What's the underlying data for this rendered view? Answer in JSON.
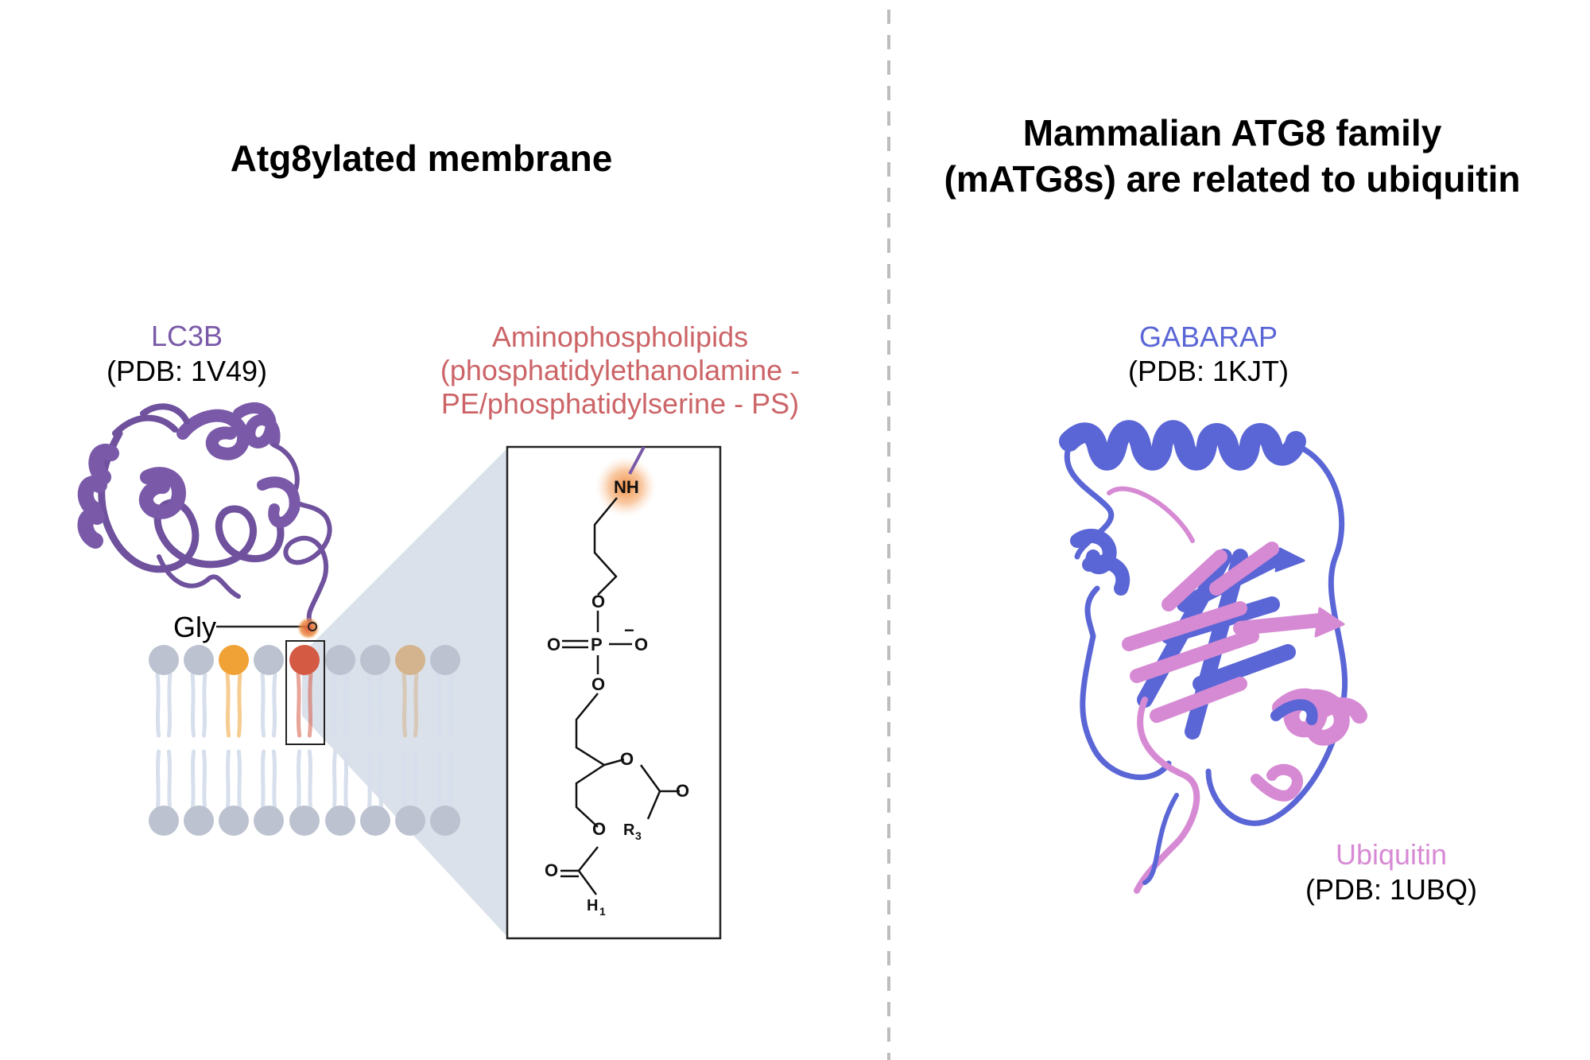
{
  "left_panel": {
    "title": "Atg8ylated membrane",
    "lc3b": {
      "name": "LC3B",
      "pdb": "(PDB: 1V49)",
      "color": "#7a5aa8"
    },
    "gly_label": "Gly",
    "aminophospholipids": {
      "line1": "Aminophospholipids",
      "line2": "(phosphatidylethanolamine -",
      "line3": "PE/phosphatidylserine - PS)",
      "color": "#cc6467"
    },
    "structure": {
      "nh": "NH",
      "o": "O",
      "p": "P",
      "minus": "−",
      "r3": "R",
      "r3_sub": "3",
      "h1": "H",
      "h1_sub": "1"
    }
  },
  "right_panel": {
    "title_line1": "Mammalian ATG8 family",
    "title_line2": "(mATG8s) are related to ubiquitin",
    "gabarap": {
      "name": "GABARAP",
      "pdb": "(PDB: 1KJT)",
      "color": "#5b66d6"
    },
    "ubiquitin": {
      "name": "Ubiquitin",
      "pdb": "(PDB: 1UBQ)",
      "color": "#d78ad4"
    }
  },
  "colors": {
    "lipid_head": "#bcc2cf",
    "lipid_tail": "#d7dfec",
    "highlight_orange": "#f0a236",
    "highlight_tan": "#d3b48e",
    "highlight_red": "#d45a44",
    "zoom_wedge": "#dbe1ea",
    "divider": "#bdbdbd"
  }
}
